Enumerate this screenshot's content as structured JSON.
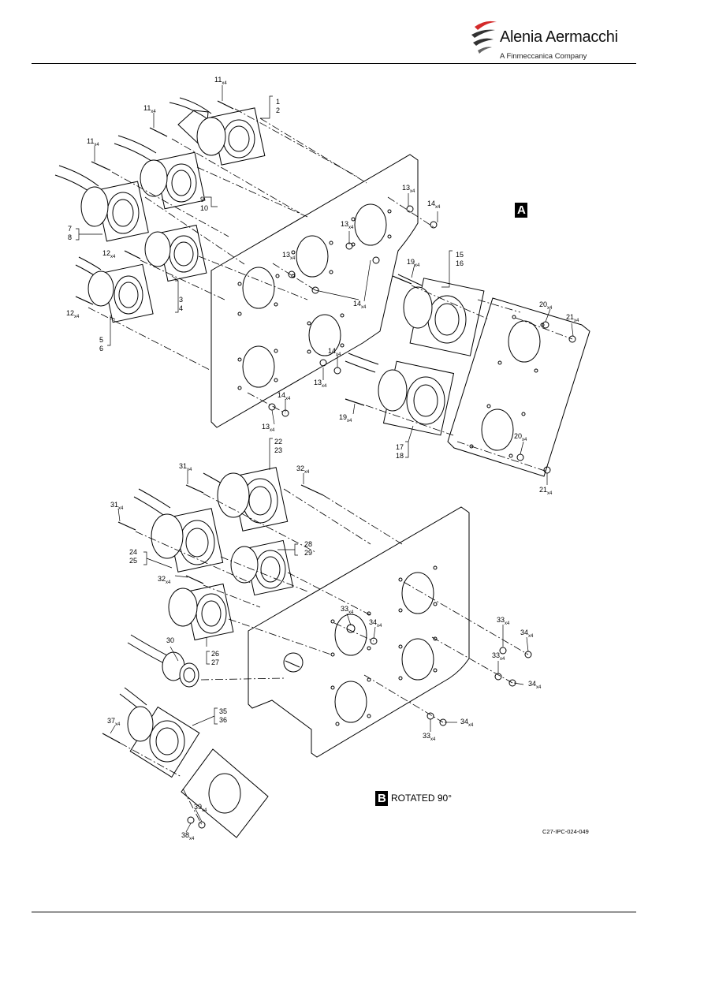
{
  "header": {
    "brand_name": "Alenia Aermacchi",
    "brand_subtitle": "A Finmeccanica Company",
    "logo_icon": "swoosh-logo-icon",
    "accent_color": "#d42a2a"
  },
  "views": {
    "a_letter": "A",
    "b_letter": "B",
    "b_caption": "ROTATED 90°"
  },
  "callouts": {
    "c11a": "11",
    "c11b": "11",
    "c11c": "11",
    "c1": "1",
    "c2": "2",
    "c9": "9",
    "c10": "10",
    "c7": "7",
    "c8": "8",
    "c12a": "12",
    "c12b": "12",
    "c3": "3",
    "c4": "4",
    "c5": "5",
    "c6": "6",
    "c13a": "13",
    "c13b": "13",
    "c13c": "13",
    "c13d": "13",
    "c13e": "13",
    "c14a": "14",
    "c14b": "14",
    "c14c": "14",
    "c14d": "14",
    "c15": "15",
    "c16": "16",
    "c19a": "19",
    "c19b": "19",
    "c20a": "20",
    "c20b": "20",
    "c21a": "21",
    "c21b": "21",
    "c17": "17",
    "c18": "18",
    "c22": "22",
    "c23": "23",
    "c31a": "31",
    "c31b": "31",
    "c32a": "32",
    "c32b": "32",
    "c24": "24",
    "c25": "25",
    "c28": "28",
    "c29": "29",
    "c30": "30",
    "c26": "26",
    "c27": "27",
    "c33a": "33",
    "c33b": "33",
    "c33c": "33",
    "c33d": "33",
    "c34a": "34",
    "c34b": "34",
    "c34c": "34",
    "c34d": "34",
    "c35": "35",
    "c36": "36",
    "c37": "37",
    "c38": "38",
    "c39": "39"
  },
  "qty_suffix": "x4",
  "figure_code": "C27-IPC-024-049"
}
